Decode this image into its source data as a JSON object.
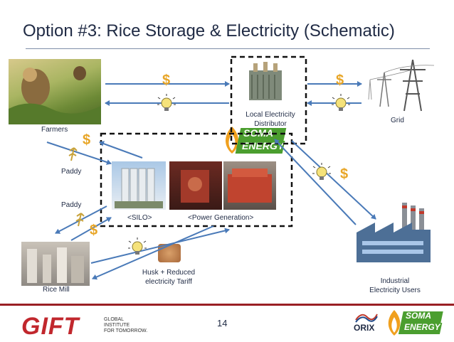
{
  "title": "Option #3: Rice Storage & Electricity (Schematic)",
  "labels": {
    "farmers": "Farmers",
    "paddy1": "Paddy",
    "paddy2": "Paddy",
    "rice_mill": "Rice Mill",
    "silo": "<SILO>",
    "power_generation": "<Power Generation>",
    "local_distributor_line1": "Local Electricity",
    "local_distributor_line2": "Distributor",
    "grid": "Grid",
    "industrial_line1": "Industrial",
    "industrial_line2": "Electricity Users",
    "husk_line1": "Husk + Reduced",
    "husk_line2": "electricity Tariff"
  },
  "symbols": {
    "money": "$"
  },
  "logos": {
    "soma_line1": "SOMA",
    "soma_line2": "ENERGY",
    "gift": "GIFT",
    "gift_sub1": "GLOBAL",
    "gift_sub2": "INSTITUTE",
    "gift_sub3": "FOR TOMORROW.",
    "orix": "ORIX"
  },
  "page_number": "14",
  "colors": {
    "arrow": "#4a7ab8",
    "money": "#e8a628",
    "title": "#1f2a44",
    "footer": "#9a1f24"
  }
}
